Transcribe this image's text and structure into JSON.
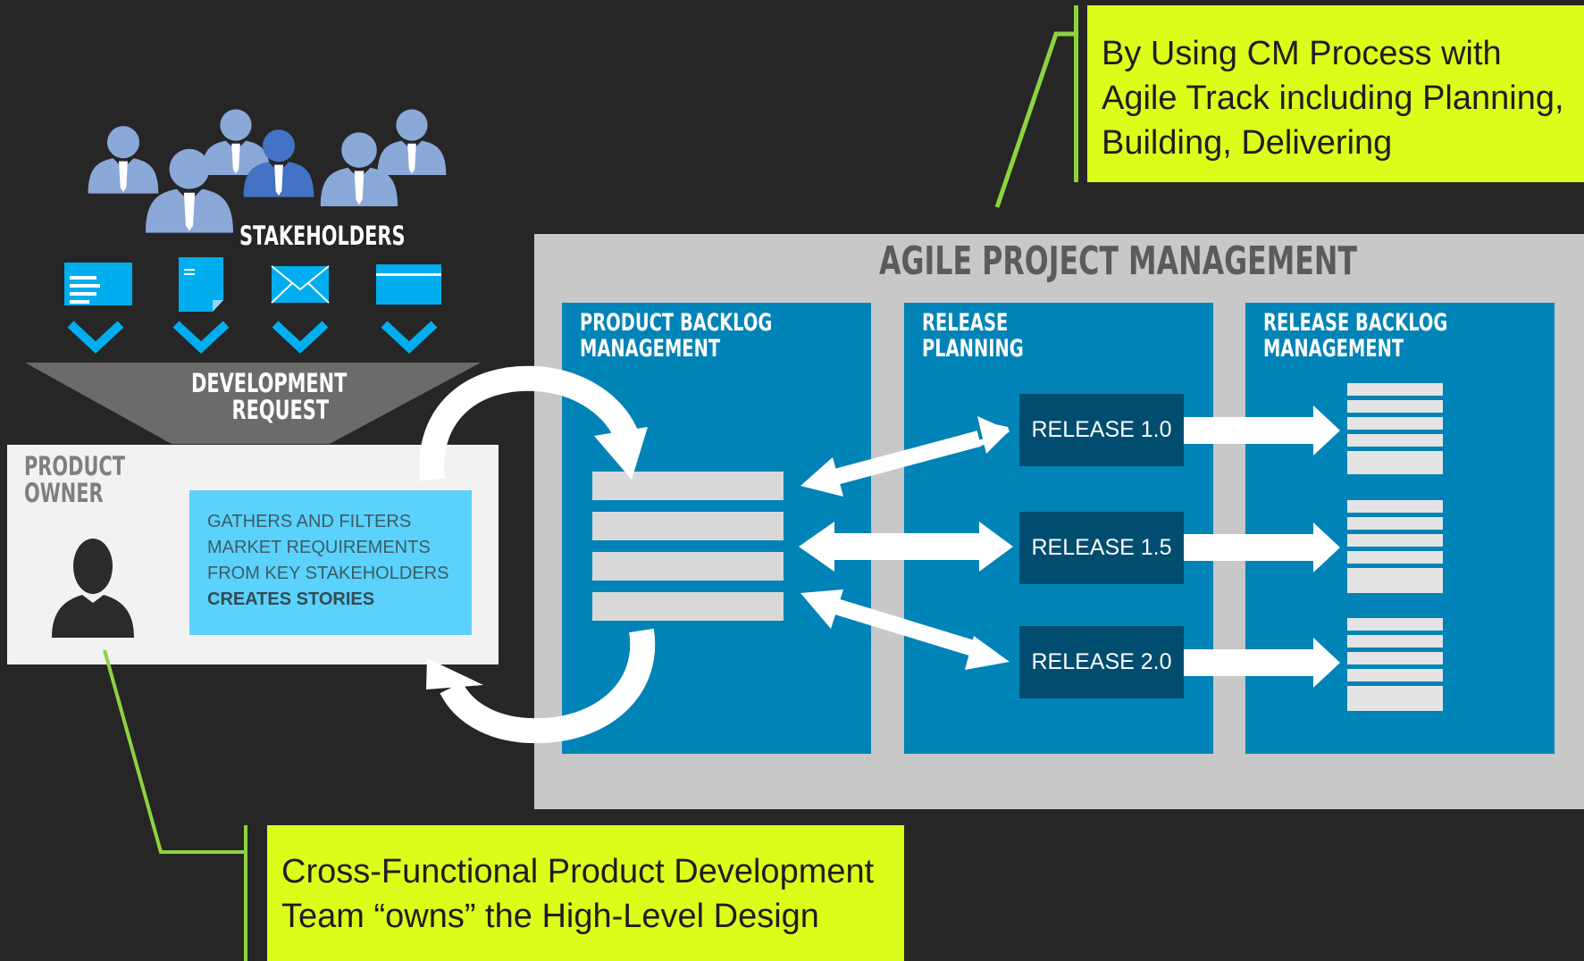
{
  "callouts": {
    "top": {
      "lines": [
        "By Using CM Process with",
        "Agile Track including Planning,",
        "Building, Delivering"
      ]
    },
    "bottom": {
      "lines": [
        "Cross-Functional Product Development",
        "Team “owns” the High-Level Design"
      ]
    }
  },
  "stakeholders": {
    "label": "STAKEHOLDERS",
    "channel_icons": [
      "document-icon",
      "note-icon",
      "envelope-icon",
      "card-icon"
    ]
  },
  "funnel": {
    "lines": [
      "DEVELOPMENT",
      "REQUEST"
    ]
  },
  "product_owner": {
    "title_lines": [
      "PRODUCT",
      "OWNER"
    ],
    "description_lines": [
      "GATHERS AND FILTERS",
      "MARKET REQUIREMENTS",
      "FROM KEY STAKEHOLDERS"
    ],
    "emphasis": "CREATES STORIES"
  },
  "agile": {
    "title": "AGILE PROJECT MANAGEMENT",
    "columns": [
      {
        "title_lines": [
          "PRODUCT BACKLOG",
          "MANAGEMENT"
        ]
      },
      {
        "title_lines": [
          "RELEASE",
          "PLANNING"
        ]
      },
      {
        "title_lines": [
          "RELEASE BACKLOG",
          "MANAGEMENT"
        ]
      }
    ],
    "releases": [
      "RELEASE 1.0",
      "RELEASE 1.5",
      "RELEASE 2.0"
    ]
  },
  "colors": {
    "background": "#262626",
    "callout": "#dcfd1a",
    "leader_line": "#8cd43f",
    "panel": "#c8c8c8",
    "column": "#0083b7",
    "release_box": "#004d70",
    "stakeholder_light": "#8aa8d8",
    "stakeholder_dark": "#4472c4",
    "channel_icon": "#00aeef",
    "description_box": "#5ad2fb"
  }
}
